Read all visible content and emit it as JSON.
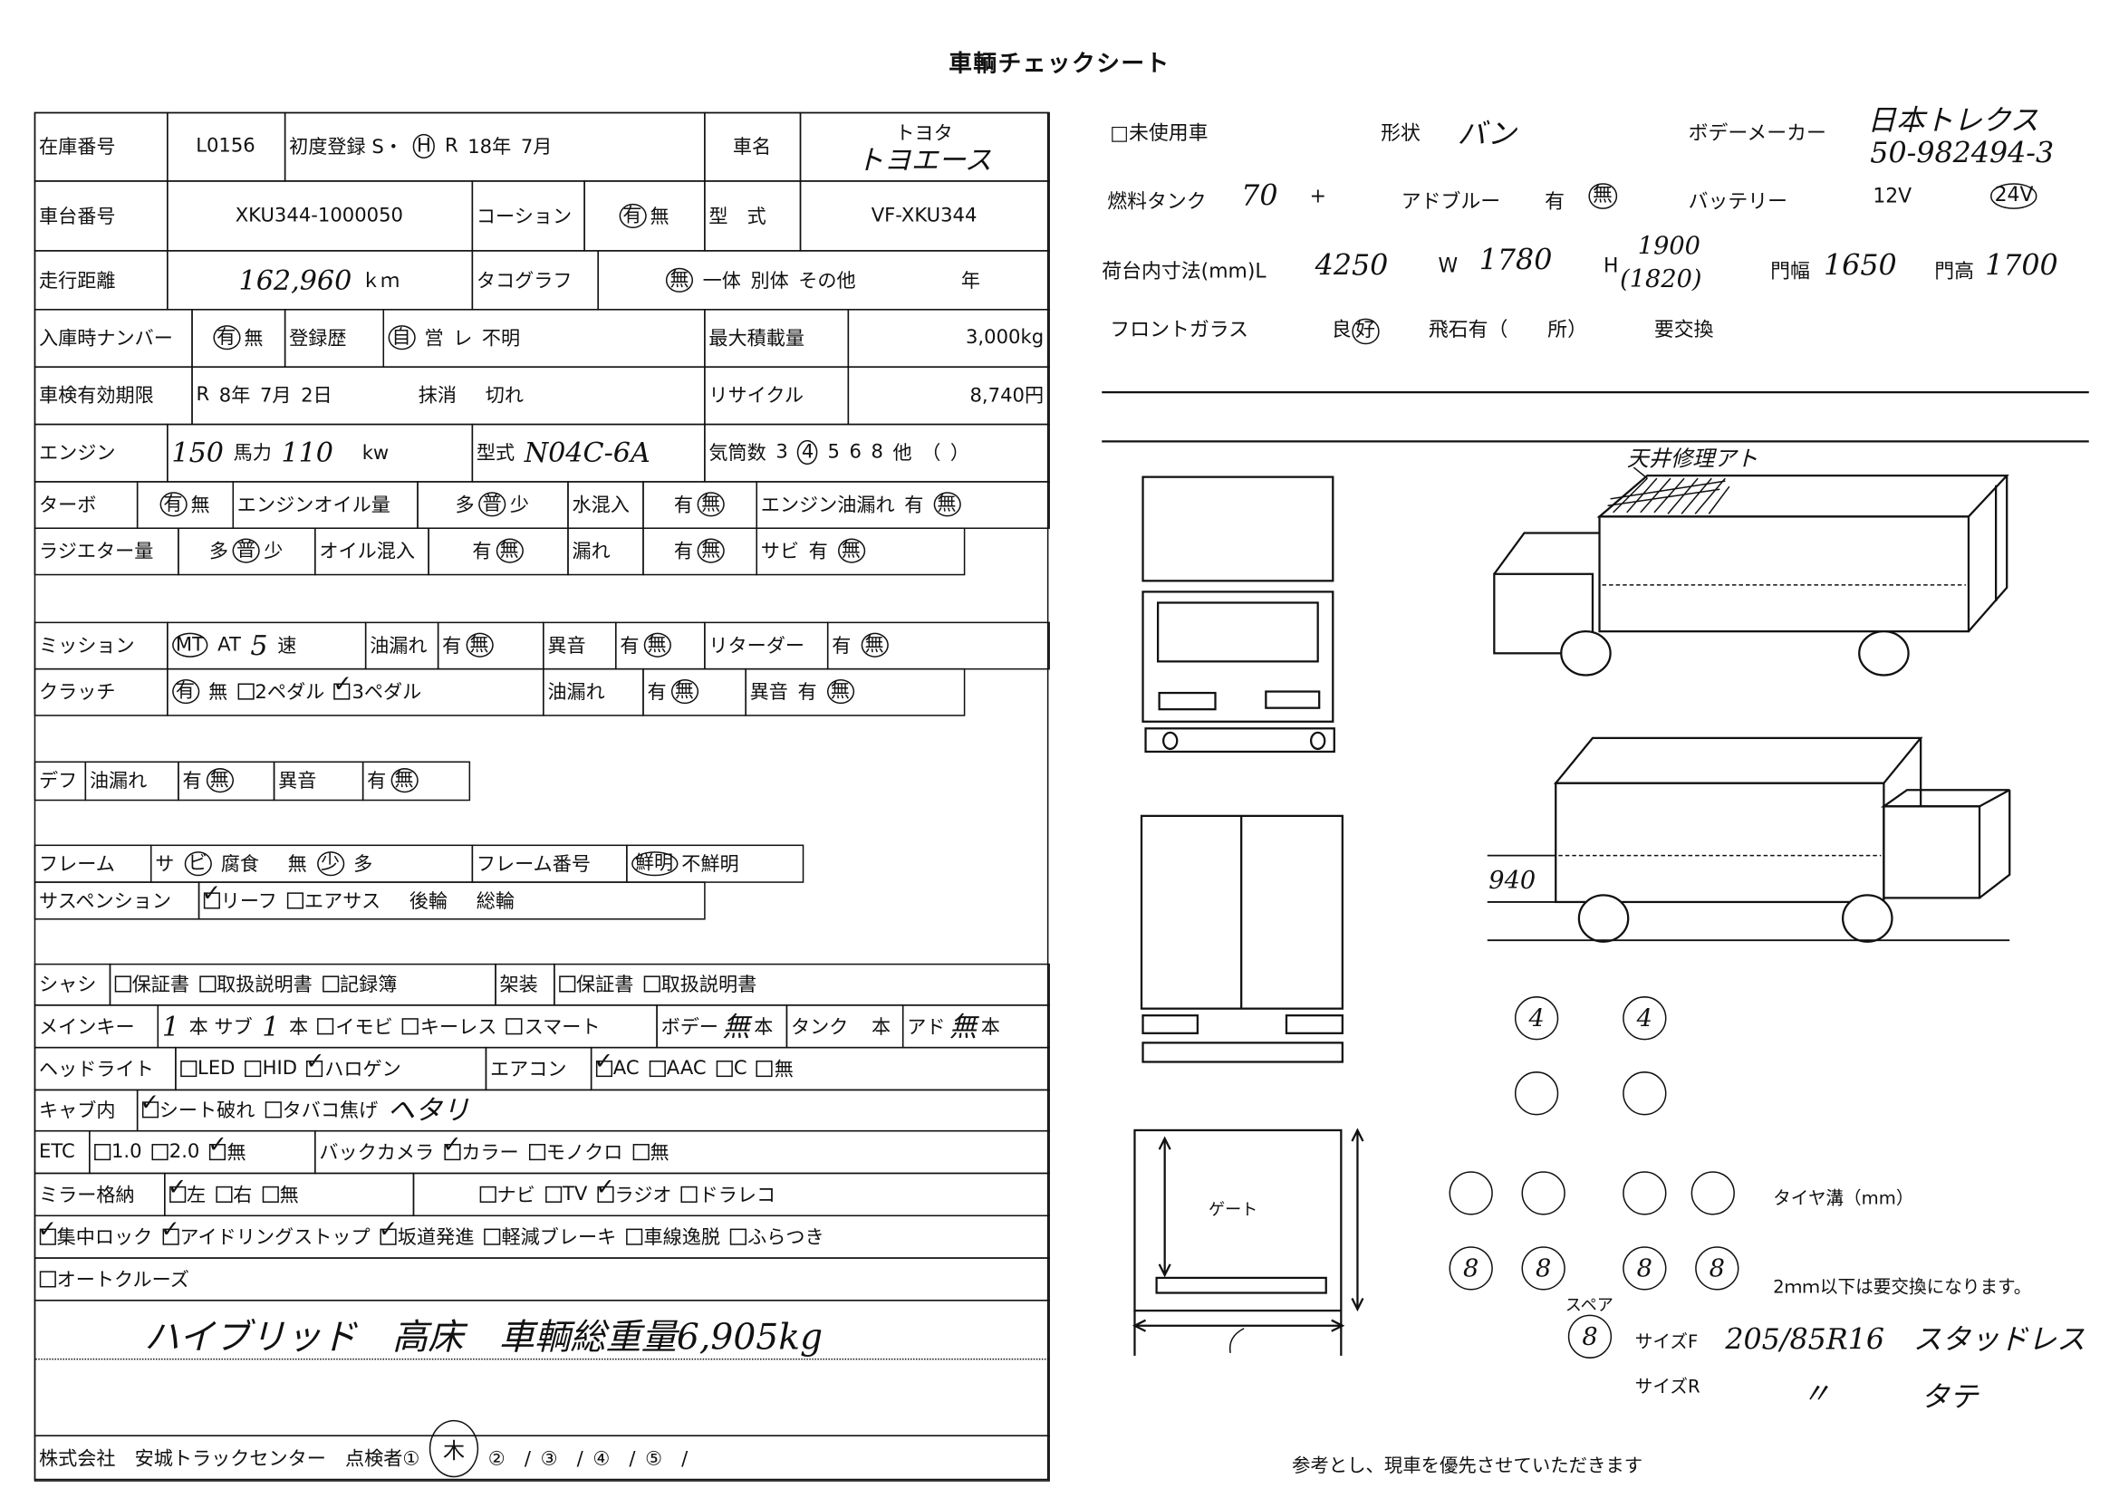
{
  "title": "車輌チェックシート",
  "left_table": {
    "rows": [
      {
        "cells": [
          [
            "在庫番号"
          ],
          [
            "L0156"
          ],
          [
            "初度登録 S・",
            {
              "c": "H"
            },
            "R",
            "18年",
            "7月"
          ],
          [
            "車名"
          ],
          [
            "トヨタ",
            {
              "h": "トヨエース"
            }
          ]
        ]
      },
      {
        "cells": [
          [
            "車台番号"
          ],
          [
            "XKU344-1000050"
          ],
          [
            "コーション"
          ],
          [
            {
              "c": "有"
            },
            "無"
          ],
          [
            "型　式"
          ],
          [
            "VF-XKU344"
          ]
        ]
      },
      {
        "cells": [
          [
            "走行距離"
          ],
          [
            {
              "h": "162,960"
            },
            "ｋｍ"
          ],
          [
            "タコグラフ"
          ],
          [
            {
              "c": "無"
            },
            "一体",
            "別体",
            "その他",
            "　　　　　年"
          ]
        ]
      },
      {
        "cells": [
          [
            "入庫時ナンバー"
          ],
          [
            {
              "c": "有"
            },
            "無"
          ],
          [
            "登録歴"
          ],
          [
            {
              "c": "自"
            },
            "営",
            "レ",
            "不明"
          ],
          [
            "最大積載量"
          ],
          [
            "3,000kg"
          ]
        ]
      },
      {
        "cells": [
          [
            "車検有効期限"
          ],
          [
            "R",
            "8年",
            "7月",
            "2日",
            "　　　　抹消",
            "　切れ"
          ],
          [
            "リサイクル"
          ],
          [
            "8,740円"
          ]
        ]
      },
      {
        "cells": [
          [
            "エンジン"
          ],
          [
            {
              "h": "150"
            },
            "馬力",
            {
              "h": "110"
            },
            "　kw"
          ],
          [
            "型式",
            {
              "h": "N04C-6A"
            }
          ],
          [
            "気筒数",
            "3",
            {
              "c": "4"
            },
            "5",
            "6",
            "8",
            "他",
            "（",
            "）"
          ]
        ]
      },
      {
        "cells": [
          [
            "ターボ"
          ],
          [
            {
              "c": "有"
            },
            "無"
          ],
          [
            "エンジンオイル量"
          ],
          [
            "多",
            {
              "c": "普"
            },
            "少"
          ],
          [
            "水混入"
          ],
          [
            "有",
            {
              "c": "無"
            }
          ],
          [
            "エンジン油漏れ",
            "有",
            {
              "c": "無"
            }
          ]
        ]
      },
      {
        "cells": [
          [
            "ラジエター量"
          ],
          [
            "多",
            {
              "c": "普"
            },
            "少"
          ],
          [
            "オイル混入"
          ],
          [
            "有",
            {
              "c": "無"
            }
          ],
          [
            "漏れ"
          ],
          [
            "有",
            {
              "c": "無"
            }
          ],
          [
            "サビ",
            "有",
            {
              "c": "無"
            }
          ]
        ]
      },
      {
        "cells": [
          [
            "ミッション"
          ],
          [
            {
              "c": "MT"
            },
            "AT",
            {
              "h": "5"
            },
            "速"
          ],
          [
            "油漏れ"
          ],
          [
            "有",
            {
              "c": "無"
            }
          ],
          [
            "異音"
          ],
          [
            "有",
            {
              "c": "無"
            }
          ],
          [
            "リターダー"
          ],
          [
            "有",
            {
              "c": "無"
            }
          ]
        ]
      },
      {
        "cells": [
          [
            "クラッチ"
          ],
          [
            {
              "c": "有"
            },
            "無",
            {
              "b": "2ペダル",
              "on": false
            },
            {
              "b": "3ペダル",
              "on": true
            }
          ],
          [
            "油漏れ"
          ],
          [
            "有",
            {
              "c": "無"
            }
          ],
          [
            "異音",
            "有",
            {
              "c": "無"
            }
          ]
        ]
      },
      {
        "cells": [
          [
            "デフ"
          ],
          [
            "油漏れ"
          ],
          [
            "有",
            {
              "c": "無"
            }
          ],
          [
            "異音"
          ],
          [
            "有",
            {
              "c": "無"
            }
          ]
        ]
      },
      {
        "cells": [
          [
            "フレーム"
          ],
          [
            "サ",
            {
              "c": "ビ"
            },
            "腐食",
            "　無",
            {
              "c": "少"
            },
            "多"
          ],
          [
            "フレーム番号"
          ],
          [
            {
              "c": "鮮明"
            },
            "不鮮明"
          ]
        ]
      },
      {
        "cells": [
          [
            "サスペンション"
          ],
          [
            {
              "b": "リーフ",
              "on": true
            },
            {
              "b": "エアサス",
              "on": false
            },
            "　後輪",
            "　総輪"
          ]
        ]
      },
      {
        "cells": [
          [
            "シャシ"
          ],
          [
            {
              "b": "保証書",
              "on": false
            },
            {
              "b": "取扱説明書",
              "on": false
            },
            {
              "b": "記録簿",
              "on": false
            }
          ],
          [
            "架装"
          ],
          [
            {
              "b": "保証書",
              "on": false
            },
            {
              "b": "取扱説明書",
              "on": false
            }
          ]
        ]
      },
      {
        "cells": [
          [
            "メインキー"
          ],
          [
            {
              "h": "1"
            },
            "本 サブ",
            {
              "h": "1"
            },
            "本",
            {
              "b": "イモビ",
              "on": false
            },
            {
              "b": "キーレス",
              "on": false
            },
            {
              "b": "スマート",
              "on": false
            }
          ],
          [
            "ボデー",
            {
              "h": "無"
            },
            "本"
          ],
          [
            "タンク",
            "　本"
          ],
          [
            "アド",
            {
              "h": "無"
            },
            "本"
          ]
        ]
      },
      {
        "cells": [
          [
            "ヘッドライト"
          ],
          [
            {
              "b": "LED",
              "on": false
            },
            {
              "b": "HID",
              "on": false
            },
            {
              "b": "ハロゲン",
              "on": true
            }
          ],
          [
            "エアコン"
          ],
          [
            {
              "b": "AC",
              "on": true
            },
            {
              "b": "AAC",
              "on": false
            },
            {
              "b": "C",
              "on": false
            },
            {
              "b": "無",
              "on": false
            }
          ]
        ]
      },
      {
        "cells": [
          [
            "キャブ内"
          ],
          [
            {
              "b": "シート破れ",
              "on": true
            },
            {
              "b": "タバコ焦げ",
              "on": false
            },
            {
              "h": "ヘタリ"
            }
          ]
        ]
      },
      {
        "cells": [
          [
            "ETC"
          ],
          [
            {
              "b": "1.0",
              "on": false
            },
            {
              "b": "2.0",
              "on": false
            },
            {
              "b": "無",
              "on": true
            }
          ],
          [
            "バックカメラ",
            {
              "b": "カラー",
              "on": true
            },
            {
              "b": "モノクロ",
              "on": false
            },
            {
              "b": "無",
              "on": false
            }
          ]
        ]
      },
      {
        "cells": [
          [
            "ミラー格納"
          ],
          [
            {
              "b": "左",
              "on": true
            },
            {
              "b": "右",
              "on": false
            },
            {
              "b": "無",
              "on": false
            }
          ],
          [
            {
              "b": "ナビ",
              "on": false
            },
            {
              "b": "TV",
              "on": false
            },
            {
              "b": "ラジオ",
              "on": true
            },
            {
              "b": "ドラレコ",
              "on": false
            }
          ]
        ]
      },
      {
        "cells": [
          [
            {
              "b": "集中ロック",
              "on": true
            },
            {
              "b": "アイドリングストップ",
              "on": true
            },
            {
              "b": "坂道発進",
              "on": true
            },
            {
              "b": "軽減ブレーキ",
              "on": false
            },
            {
              "b": "車線逸脱",
              "on": false
            },
            {
              "b": "ふらつき",
              "on": false
            }
          ]
        ]
      },
      {
        "cells": [
          [
            {
              "b": "オートクルーズ",
              "on": false
            }
          ]
        ]
      },
      {
        "cells": [
          [
            {
              "h": "ハイブリッド　高床　車輌総重量6,905kg"
            }
          ]
        ]
      },
      {
        "cells": [
          [
            "株式会社　安城トラックセンター　点検者①",
            {
              "stamp": "木"
            },
            "②　/",
            "③　/",
            "④　/",
            "⑤　/"
          ]
        ]
      }
    ]
  },
  "right": {
    "unused_label": "□未使用車",
    "shape_label": "形状",
    "shape_value": "バン",
    "body_maker_label": "ボデーメーカー",
    "body_maker_value": "日本トレクス",
    "body_number": "50-982494-3",
    "fuel_tank_label": "燃料タンク",
    "fuel_tank_value": "70",
    "fuel_tank_plus": "+",
    "adblue_label": "アドブルー",
    "adblue_yes": "有",
    "adblue_no": "無",
    "adblue_selected": "無",
    "battery_label": "バッテリー",
    "battery_12v": "12V",
    "battery_24v": "24V",
    "battery_selected": "24V",
    "cargo_label": "荷台内寸法(mm)L",
    "cargo_l": "4250",
    "cargo_w_label": "W",
    "cargo_w": "1780",
    "cargo_h_label": "H",
    "cargo_h": "1900",
    "cargo_h2": "(1820)",
    "door_width_label": "門幅",
    "door_width": "1650",
    "door_height_label": "門高",
    "door_height": "1700",
    "windshield_label": "フロントガラス",
    "windshield_good_1": "良",
    "windshield_good_2": "好",
    "windshield_chip": "飛石有（　　所）",
    "windshield_replace": "要交換",
    "roof_note": "天井修理アト",
    "height_note": "940",
    "gate_label": "ゲート",
    "tires": {
      "front": [
        "4",
        "4"
      ],
      "front_inner": [
        "",
        ""
      ],
      "rear_outer": [
        "",
        "",
        "",
        ""
      ],
      "rear": [
        "8",
        "8",
        "8",
        "8"
      ],
      "spare_label": "スペア",
      "spare": "8"
    },
    "tread_label": "タイヤ溝（mm）",
    "tread_note": "2ｍｍ以下は要交換になります。",
    "size_f_label": "サイズF",
    "size_f_value": "205/85R16　スタッドレス",
    "size_r_label": "サイズR",
    "size_r_value": "〃",
    "size_r_type": "タテ",
    "footer_note": "参考とし、現車を優先させていただきます"
  }
}
